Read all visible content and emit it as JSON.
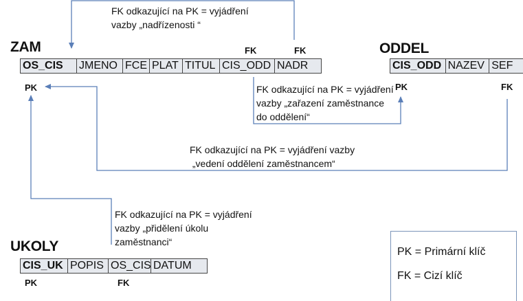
{
  "tables": {
    "zam": {
      "name": "ZAM",
      "columns": [
        "OS_CIS",
        "JMENO",
        "FCE",
        "PLAT",
        "TITUL",
        "CIS_ODD",
        "NADR"
      ],
      "pk_label": "PK",
      "fk_labels": [
        "FK",
        "FK"
      ]
    },
    "oddel": {
      "name": "ODDEL",
      "columns": [
        "CIS_ODD",
        "NAZEV",
        "SEF"
      ],
      "pk_label": "PK",
      "fk_label": "FK"
    },
    "ukoly": {
      "name": "UKOLY",
      "columns": [
        "CIS_UK",
        "POPIS",
        "OS_CIS",
        "DATUM"
      ],
      "pk_label": "PK",
      "fk_label": "FK"
    }
  },
  "notes": {
    "nadrizenost": [
      "FK odkazující na PK = vyjádření",
      "vazby „nadřízenosti “"
    ],
    "zarazeni": [
      "FK odkazující na PK = vyjádření",
      "vazby „zařazení  zaměstnance",
      "do oddělení“"
    ],
    "vedeni": [
      "FK odkazující na PK = vyjádření vazby",
      " „vedení oddělení zaměstnancem“"
    ],
    "prideleni": [
      "FK odkazující na PK = vyjádření",
      "vazby „přidělení úkolu",
      "zaměstnanci“"
    ]
  },
  "legend": {
    "pk": "PK = Primární klíč",
    "fk": "FK = Cizí klíč"
  },
  "colors": {
    "arrow": "#5b7fb8",
    "table_fill": "#e6e9ee"
  }
}
